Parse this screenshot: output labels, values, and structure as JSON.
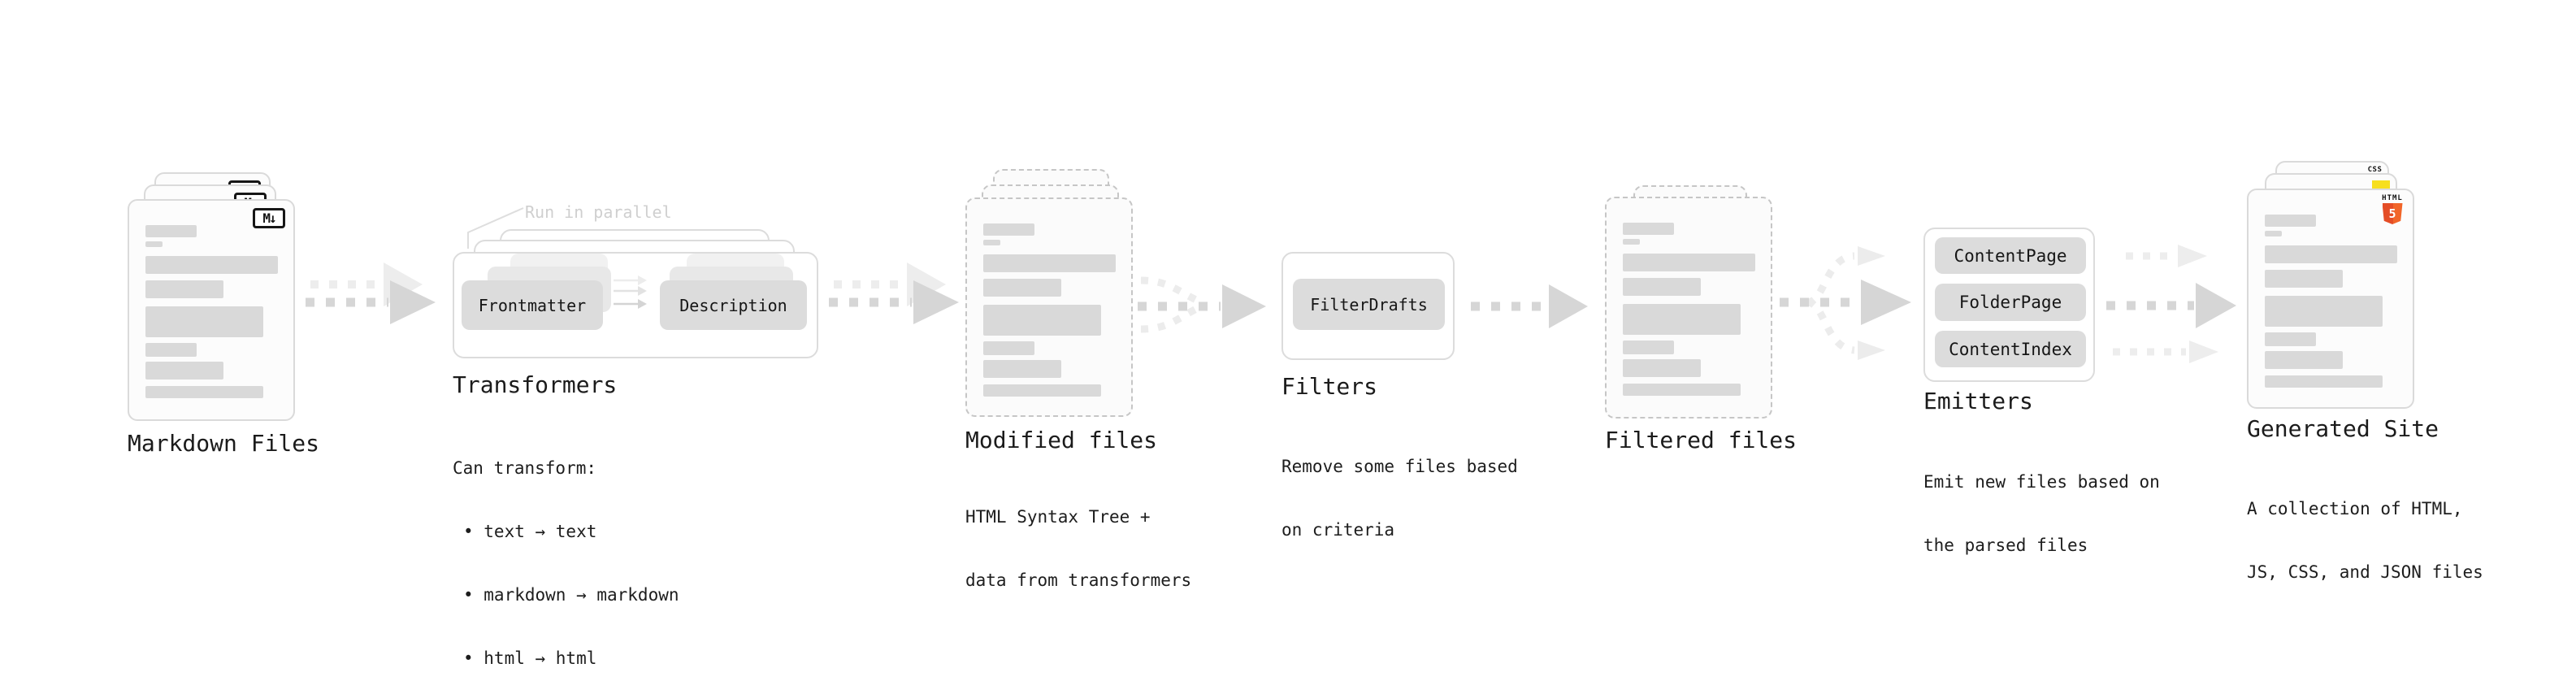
{
  "pipeline": {
    "stages": [
      {
        "name": "markdown-files",
        "label": "Markdown Files",
        "file_badge": "M↓"
      },
      {
        "name": "transformers",
        "label": "Transformers",
        "annotation": "Run in parallel",
        "buttons": [
          "Frontmatter",
          "Description"
        ],
        "notes": [
          "Can transform:",
          "• text → text",
          "• markdown → markdown",
          "• html → html"
        ]
      },
      {
        "name": "modified-files",
        "label": "Modified files",
        "notes": [
          "HTML Syntax Tree +",
          "data from transformers"
        ]
      },
      {
        "name": "filters",
        "label": "Filters",
        "buttons": [
          "FilterDrafts"
        ],
        "notes": [
          "Remove some files based",
          "on criteria"
        ]
      },
      {
        "name": "filtered-files",
        "label": "Filtered files"
      },
      {
        "name": "emitters",
        "label": "Emitters",
        "buttons": [
          "ContentPage",
          "FolderPage",
          "ContentIndex"
        ],
        "notes": [
          "Emit new files based on",
          "the parsed files"
        ]
      },
      {
        "name": "generated-site",
        "label": "Generated Site",
        "notes": [
          "A collection of HTML,",
          "JS, CSS, and JSON files"
        ],
        "file_badges": {
          "css": "CSS",
          "html5": {
            "label": "HTML",
            "numeral": "5"
          }
        }
      }
    ],
    "colors": {
      "bar_gray": "#d9d9d9",
      "arrow_gray": "#d6d6d6",
      "arrow_faint": "#ececec",
      "card_border": "#dadada",
      "dashed_border": "#c6c6c6",
      "text_dark": "#1b1b1b",
      "annotation_gray": "#cfcfcf",
      "css_blue": "#2965f1",
      "js_yellow": "#f7df1e",
      "html5_orange": "#e44d26",
      "html5_orange_light": "#f16529"
    }
  }
}
